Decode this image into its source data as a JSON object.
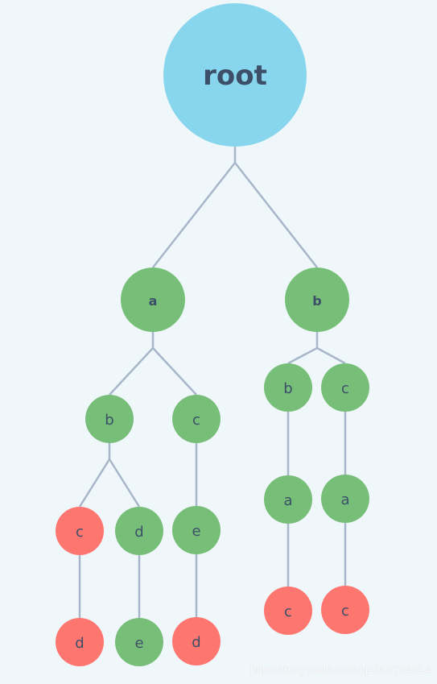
{
  "diagram": {
    "colors": {
      "background": "#f0f7fb",
      "root_fill": "#87d6ed",
      "green_fill": "#77bf78",
      "red_fill": "#fd7770",
      "edge": "#a7b6c9",
      "text": "#3d4f68"
    },
    "nodes": [
      {
        "id": "root",
        "label": "root",
        "kind": "root"
      },
      {
        "id": "a1",
        "label": "a",
        "kind": "green",
        "parent": "root"
      },
      {
        "id": "b1",
        "label": "b",
        "kind": "green",
        "parent": "root"
      },
      {
        "id": "b2",
        "label": "b",
        "kind": "green",
        "parent": "a1"
      },
      {
        "id": "c2",
        "label": "c",
        "kind": "green",
        "parent": "a1"
      },
      {
        "id": "c3",
        "label": "c",
        "kind": "red",
        "parent": "b2"
      },
      {
        "id": "d3",
        "label": "d",
        "kind": "green",
        "parent": "b2"
      },
      {
        "id": "d4",
        "label": "d",
        "kind": "red",
        "parent": "c3"
      },
      {
        "id": "e4",
        "label": "e",
        "kind": "green",
        "parent": "d3"
      },
      {
        "id": "e3",
        "label": "e",
        "kind": "green",
        "parent": "c2"
      },
      {
        "id": "d5",
        "label": "d",
        "kind": "red",
        "parent": "e3"
      },
      {
        "id": "b3",
        "label": "b",
        "kind": "green",
        "parent": "b1"
      },
      {
        "id": "c4",
        "label": "c",
        "kind": "green",
        "parent": "b1"
      },
      {
        "id": "a3",
        "label": "a",
        "kind": "green",
        "parent": "b3"
      },
      {
        "id": "c5",
        "label": "c",
        "kind": "red",
        "parent": "a3"
      },
      {
        "id": "a4",
        "label": "a",
        "kind": "green",
        "parent": "c4"
      },
      {
        "id": "c6",
        "label": "c",
        "kind": "red",
        "parent": "a4"
      }
    ]
  },
  "watermark": "https://blog.csdn.net/vcj1009784814"
}
